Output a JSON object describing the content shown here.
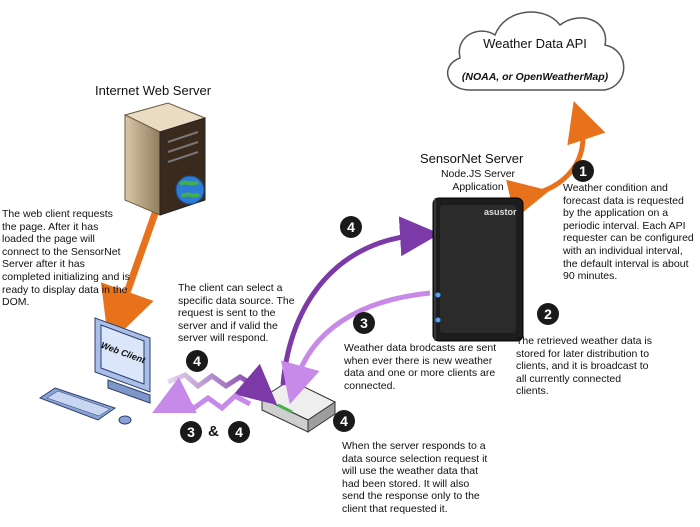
{
  "cloud": {
    "title": "Weather Data API",
    "subtitle": "(NOAA, or OpenWeatherMap)"
  },
  "web_server": {
    "label": "Internet Web Server"
  },
  "sensornet": {
    "label": "SensorNet  Server",
    "app_label": "Node.JS Server Application",
    "brand": "asustor"
  },
  "web_client": {
    "label": "Web Client"
  },
  "notes": {
    "web_client_request": "The web client requests the page. After it has loaded the page will connect to the SensorNet Server after it has completed initializing and is ready to display data in the DOM.",
    "client_select": "The client can select  a specific data source. The request is sent to the server and if valid the server will respond.",
    "step1": "Weather condition and forecast data is requested by the application on a periodic interval. Each API requester can be configured with an individual interval, the default interval is about 90 minutes.",
    "step2": "The retrieved weather data is stored for later distribution to clients, and it is broadcast to all currently connected clients.",
    "step3": "Weather data brodcasts are sent when ever there is new weather data and one or more clients are connected.",
    "step4": "When the server responds to a data source selection request it will use the weather data that had been stored. It will also send the response only to the client that requested it."
  },
  "badges": {
    "b1": "1",
    "b2": "2",
    "b3": "3",
    "b4": "4",
    "amp": "&"
  },
  "colors": {
    "orange": "#e8721c",
    "purple": "#7b3aa8",
    "violet": "#c78ae8"
  }
}
